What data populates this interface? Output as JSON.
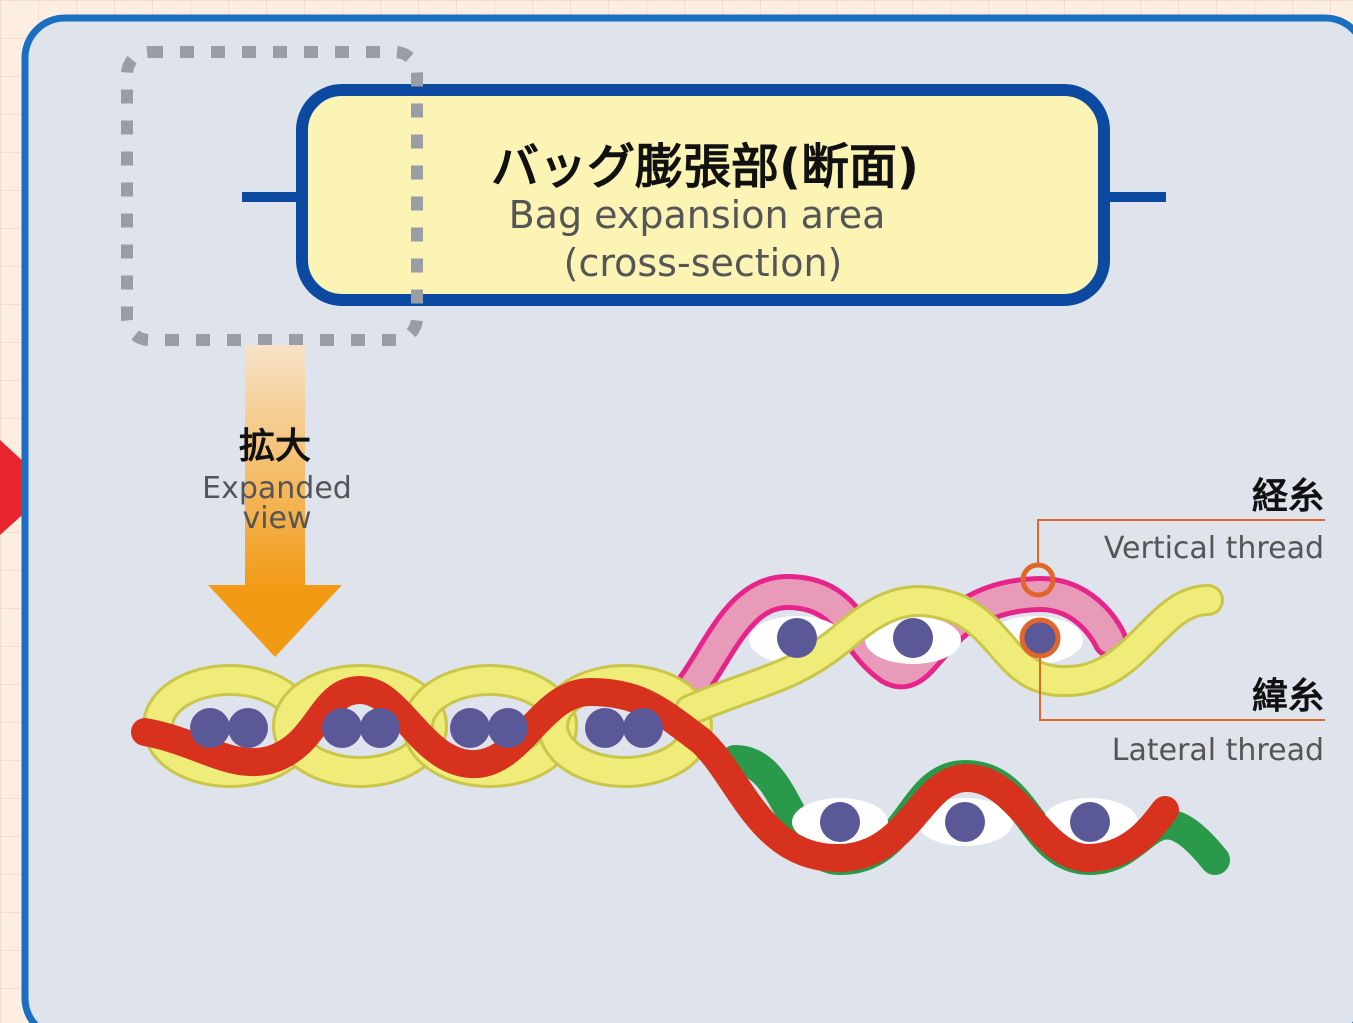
{
  "title": {
    "jp": "バッグ膨張部(断面)",
    "en_line1": "Bag expansion area",
    "en_line2": "(cross-section)"
  },
  "zoom_label": {
    "jp": "拡大",
    "en_line1": "Expanded",
    "en_line2": "view"
  },
  "vertical_thread": {
    "jp": "経糸",
    "en": "Vertical thread"
  },
  "lateral_thread": {
    "jp": "緯糸",
    "en": "Lateral thread"
  },
  "colors": {
    "panel_border": "#1a6fc0",
    "panel_fill": "#dfe3ec",
    "title_border": "#0b4aa0",
    "title_fill": "#fbf4b5",
    "arrow_marker": "#e8242c",
    "arrow_top": "#f7e3c8",
    "arrow_bottom": "#f29a14",
    "red_thread": "#d7321e",
    "yellow_thread": "#f0ec7a",
    "pink_thread": "#e89ab9",
    "green_thread": "#2a9a4a",
    "fiber_dot": "#5a5896",
    "leader_line": "#e0662a"
  }
}
